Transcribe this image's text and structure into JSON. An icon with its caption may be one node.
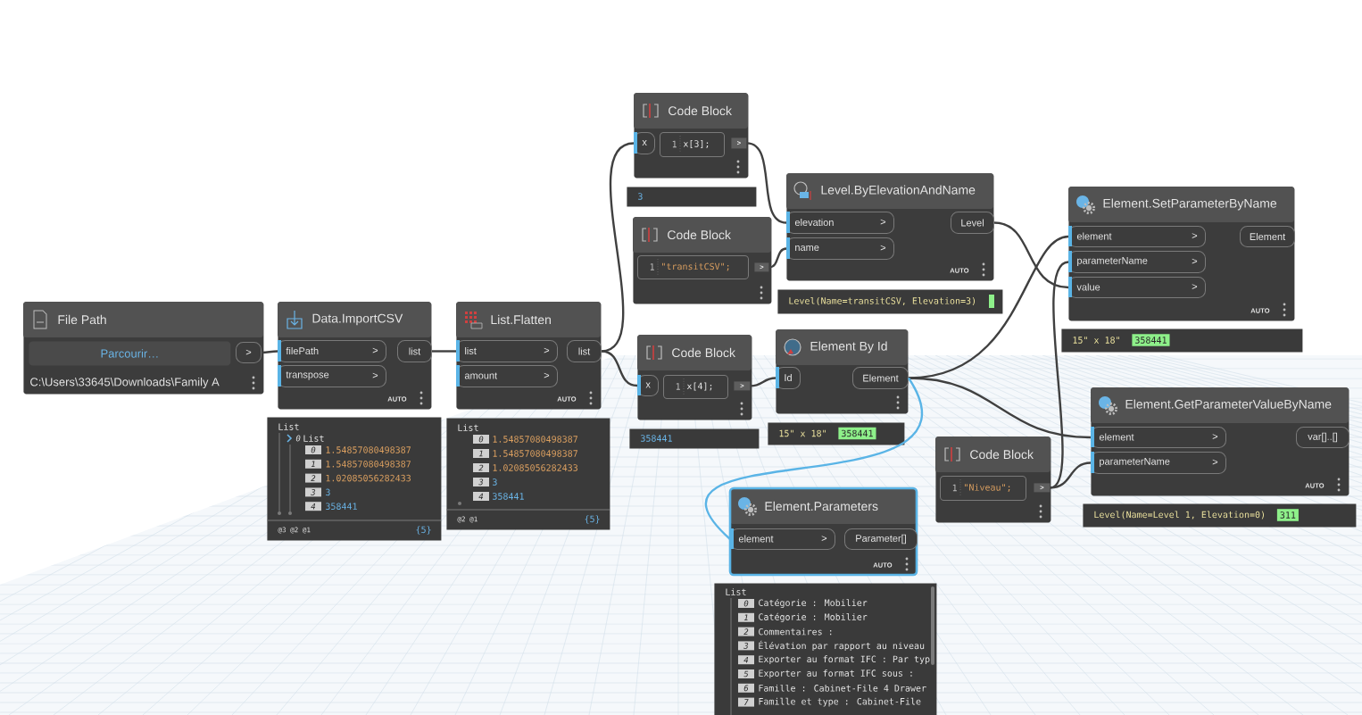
{
  "diagram": {
    "nodes": [
      {
        "text": [
          "File Path",
          "C:\\Users\\33645\\Downloads\\Family A"
        ]
      },
      {
        "text": [
          "Parcourir…"
        ],
        "in": 0
      },
      {
        "text": [
          ">"
        ],
        "in": 0
      },
      {
        "text": [
          "Data.ImportCSV",
          "AUTO"
        ]
      },
      {
        "text": [
          "filePath",
          ">"
        ],
        "in": 3
      },
      {
        "text": [
          "transpose",
          ">"
        ],
        "in": 3
      },
      {
        "text": [
          "list"
        ],
        "in": 3
      },
      {
        "text": [
          "List",
          "0",
          "List",
          "0",
          "1.54857080498387",
          "1",
          "1.54857080498387",
          "2",
          "1.02085056282433",
          "3",
          "3",
          "4",
          "358441",
          "@3 @2 @1",
          "{5}"
        ]
      },
      {
        "text": [
          "List.Flatten",
          "AUTO"
        ]
      },
      {
        "text": [
          "list",
          ">"
        ],
        "in": 8
      },
      {
        "text": [
          "amount",
          ">"
        ],
        "in": 8
      },
      {
        "text": [
          "list"
        ],
        "in": 8
      },
      {
        "text": [
          "List",
          "0",
          "1.54857080498387",
          "1",
          "1.54857080498387",
          "2",
          "1.02085056282433",
          "3",
          "3",
          "4",
          "358441",
          "@2 @1",
          "{5}"
        ]
      },
      {
        "text": [
          "Code Block"
        ]
      },
      {
        "text": [
          "x"
        ],
        "in": 13
      },
      {
        "text": [
          "1",
          "x[3];"
        ],
        "in": 13
      },
      {
        "text": [
          ">"
        ],
        "in": 13
      },
      {
        "text": [
          "3"
        ]
      },
      {
        "text": [
          "Level.ByElevationAndName",
          "AUTO"
        ]
      },
      {
        "text": [
          "elevation",
          ">"
        ],
        "in": 18
      },
      {
        "text": [
          "name",
          ">"
        ],
        "in": 18
      },
      {
        "text": [
          "Level"
        ],
        "in": 18
      },
      {
        "text": [
          "Level(Name=transitCSV, Elevation=3)"
        ]
      },
      {
        "text": [
          "Code Block"
        ]
      },
      {
        "text": [
          "1",
          "\"transitCSV\";"
        ],
        "in": 23
      },
      {
        "text": [
          ">"
        ],
        "in": 23
      },
      {
        "text": [
          "Code Block"
        ]
      },
      {
        "text": [
          "x"
        ],
        "in": 26
      },
      {
        "text": [
          "1",
          "x[4];"
        ],
        "in": 26
      },
      {
        "text": [
          ">"
        ],
        "in": 26
      },
      {
        "text": [
          "358441"
        ]
      },
      {
        "text": [
          "Element By Id"
        ]
      },
      {
        "text": [
          "Id"
        ],
        "in": 31
      },
      {
        "text": [
          "Element"
        ],
        "in": 31
      },
      {
        "text": [
          "15\" x 18\"",
          "358441"
        ]
      },
      {
        "text": [
          "Element.SetParameterByName",
          "AUTO"
        ]
      },
      {
        "text": [
          "element",
          ">"
        ],
        "in": 35
      },
      {
        "text": [
          "parameterName",
          ">"
        ],
        "in": 35
      },
      {
        "text": [
          "value",
          ">"
        ],
        "in": 35
      },
      {
        "text": [
          "Element"
        ],
        "in": 35
      },
      {
        "text": [
          "15\" x 18\"",
          "358441"
        ]
      },
      {
        "text": [
          "Code Block"
        ]
      },
      {
        "text": [
          "1",
          "\"Niveau\";"
        ],
        "in": 41
      },
      {
        "text": [
          ">"
        ],
        "in": 41
      },
      {
        "text": [
          "Element.GetParameterValueByName",
          "AUTO"
        ]
      },
      {
        "text": [
          "element",
          ">"
        ],
        "in": 44
      },
      {
        "text": [
          "parameterName",
          ">"
        ],
        "in": 44
      },
      {
        "text": [
          "var[]..[]"
        ],
        "in": 44
      },
      {
        "text": [
          "Level(Name=Level 1, Elevation=0)",
          "311"
        ]
      },
      {
        "text": [
          "Element.Parameters",
          "AUTO"
        ]
      },
      {
        "text": [
          "element",
          ">"
        ],
        "in": 49
      },
      {
        "text": [
          "Parameter[]"
        ],
        "in": 49
      },
      {
        "text": [
          "List",
          "0",
          "Catégorie : Mobilier",
          "1",
          "Catégorie : Mobilier",
          "2",
          "Commentaires :",
          "3",
          "Élévation par rapport au niveau",
          "4",
          "Exporter au format IFC : Par typ",
          "5",
          "Exporter au format IFC sous :",
          "6",
          "Famille : Cabinet-File 4 Drawer",
          "7",
          "Famille et type : Cabinet-File"
        ]
      }
    ],
    "edges": [
      {
        "from": 2,
        "to": 4,
        "arrow": "none"
      },
      {
        "from": 6,
        "to": 9,
        "arrow": "none"
      },
      {
        "from": 11,
        "to": 14,
        "arrow": "none"
      },
      {
        "from": 11,
        "to": 27,
        "arrow": "none"
      },
      {
        "from": 16,
        "to": 19,
        "arrow": "none"
      },
      {
        "from": 25,
        "to": 20,
        "arrow": "none"
      },
      {
        "from": 29,
        "to": 32,
        "arrow": "none"
      },
      {
        "from": 21,
        "to": 38,
        "arrow": "none"
      },
      {
        "from": 33,
        "to": 36,
        "arrow": "none"
      },
      {
        "from": 33,
        "to": 45,
        "arrow": "none"
      },
      {
        "from": 33,
        "to": 50,
        "arrow": "none",
        "color": "#5ab4e6"
      },
      {
        "from": 43,
        "to": 37,
        "arrow": "none"
      },
      {
        "from": 43,
        "to": 46,
        "arrow": "none"
      }
    ]
  }
}
